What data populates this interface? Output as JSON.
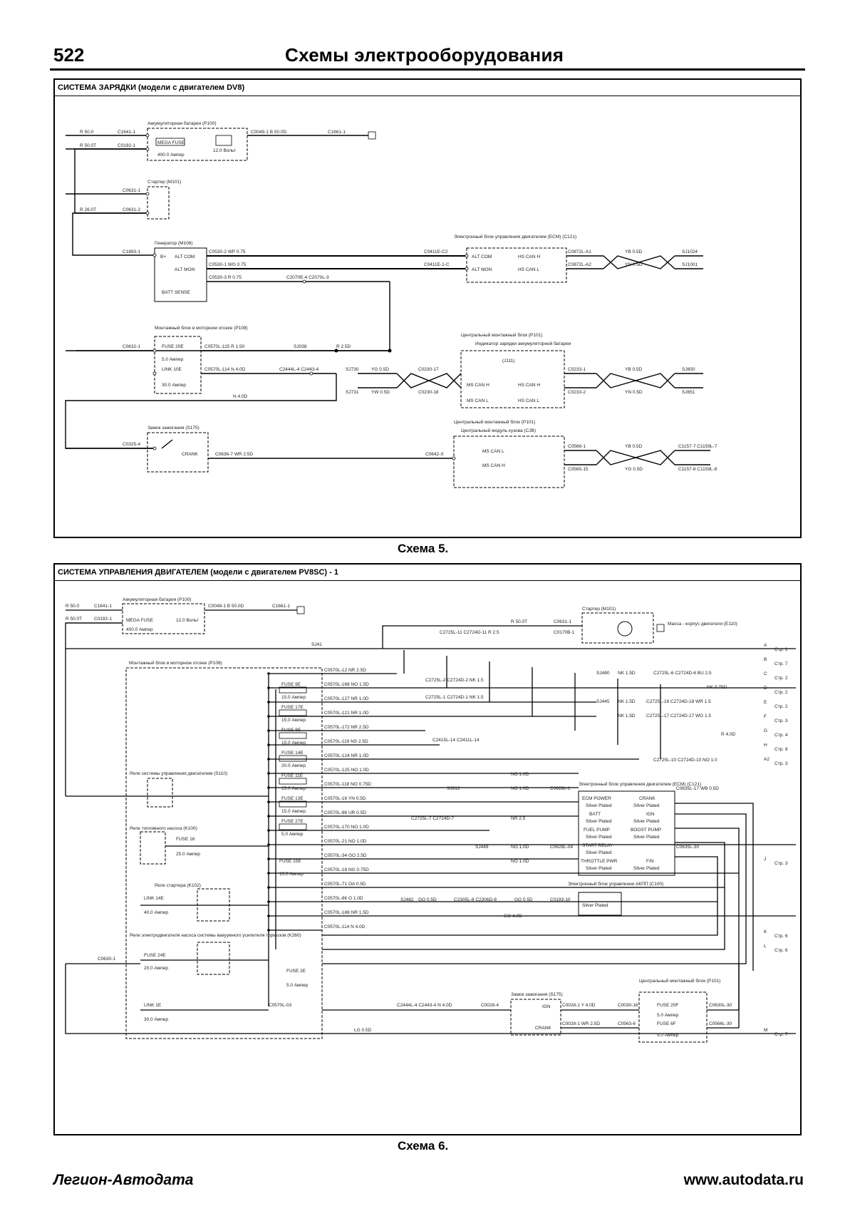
{
  "header": {
    "page_number": "522",
    "title": "Схемы электрооборудования"
  },
  "scheme5": {
    "title": "СИСТЕМА ЗАРЯДКИ (модели с двигателем DV8)",
    "caption": "Схема 5.",
    "components": {
      "battery": "Аккумуляторная батарея (P100)",
      "mega_fuse": "MEGA FUSE",
      "mega_rating": "400.0 Ампер",
      "volt": "12.0 Вольт",
      "starter": "Стартер (M101)",
      "generator": "Генератор (M106)",
      "gen_b": "B+",
      "gen_alt_com": "ALT COM",
      "gen_alt_mon": "ALT MON",
      "gen_batt_sense": "BATT SENSE",
      "ecm": "Электронный блок управления двигателем (ECM) (C121)",
      "ecm_alt_com": "ALT COM",
      "ecm_alt_mon": "ALT MON",
      "ecm_hs_can_h": "HS CAN H",
      "ecm_hs_can_l": "HS CAN L",
      "engine_box": "Монтажный блок в моторном отсеке (P108)",
      "fuse_20e": "FUSE 20E",
      "fuse_20e_rating": "5.0 Ампер",
      "link_10e": "LINK 10E",
      "link_10e_rating": "30.0 Ампер",
      "central_box_1": "Центральный монтажный блок (P101)",
      "indicator": "Индикатор зарядки аккумуляторной батареи",
      "indicator_code": "(J111)",
      "ms_can_h": "MS CAN H",
      "ms_can_l": "MS CAN L",
      "hs_can_h": "HS CAN H",
      "hs_can_l": "HS CAN L",
      "ignition": "Замок зажигания (S175)",
      "crank": "CRANK",
      "central_box_2": "Центральный монтажный блок (P101)",
      "cjb": "Центральный модуль кузова (CJB)",
      "cjb_ms_can_l": "MS CAN L",
      "cjb_ms_can_h": "MS CAN H"
    },
    "wires": {
      "r1": "R 50.0",
      "c1": "C1641-1",
      "w1": "C0049-1  B 50.0D",
      "e1": "C1661-1",
      "r2": "R 50.0T",
      "c2": "C0192-1",
      "c3": "C0631-1",
      "r3": "R 26.0T",
      "c4": "C0631-2",
      "c5": "C1893-1",
      "g1": "C0530-2   WP 0.75",
      "g2": "C0530-1   WG 0.75",
      "g3": "C0530-3   R 0.75",
      "g4": "C2070E-4  C2070L-3",
      "ec1": "C0411E-C2",
      "ec2": "C0411E-1-C",
      "ec3": "C0872L-A1",
      "ec4": "C0872L-A2",
      "ey1": "YB 0.5D",
      "ey2": "YN 0.5D",
      "ej1": "SJ1024",
      "ej2": "SJ1001",
      "f1": "C0632-1",
      "f2": "C0570L-115 R 1.50",
      "f3": "SJ038",
      "f4": "R 2.5D",
      "f5": "C0570L-114 N 4.0D",
      "f6": "C2444L-4  C2443-4",
      "f7": "N 4.0D",
      "m1": "SJ730",
      "m2": "YG 0.5D",
      "m3": "C0230-17",
      "m4": "SJ731",
      "m5": "YW 0.5D",
      "m6": "C0230-18",
      "m7": "C0233-1",
      "m8": "YB 0.5D",
      "m9": "SJ650",
      "m10": "C0233-2",
      "m11": "YN 0.5D",
      "m12": "SJ651",
      "i1": "C0325-4",
      "i2": "C0636-7  WR 2.5D",
      "i3": "C0642-X",
      "i4": "C0566-1",
      "i5": "YB 0.5D",
      "i6": "C1157-7  C1159L-7",
      "i7": "C0565-15",
      "i8": "YG 0.5D",
      "i9": "C1157-8  C1159L-8"
    }
  },
  "scheme6": {
    "title": "СИСТЕМА УПРАВЛЕНИЯ ДВИГАТЕЛЕМ (модели с двигателем PV8SC) - 1",
    "caption": "Схема 6.",
    "components": {
      "battery": "Аккумуляторная батарея (P100)",
      "mega_fuse": "MEGA FUSE",
      "mega_rating": "400.0 Ампер",
      "volt": "12.0 Вольт",
      "starter": "Стартер (M101)",
      "ground_ign": "Масса - корпус двигателя (E110)",
      "engine_box": "Монтажный блок в моторном отсеке (P108)",
      "relay_ecm": "Реле системы управления двигателем (S110)",
      "relay_fuel": "Реле топливного насоса (K100)",
      "relay_starter": "Реле стартера (K102)",
      "relay_pump": "Реле электродвигателя насоса системы вакуумного усилителя тормозов (K260)",
      "fuse_16": "FUSE 16",
      "fuse_16_r": "25.0 Ампер",
      "link_14e": "LINK 14E",
      "link_14e_r": "40.0 Ампер",
      "fuse_24e": "FUSE 24E",
      "fuse_24e_r": "20.0 Ампер",
      "fuse_2e": "FUSE 2E",
      "fuse_2e_r": "5.0 Ампер",
      "link_1e": "LINK 1E",
      "link_1e_r": "30.0 Ампер",
      "fuse_15e": "FUSE 15E",
      "fuse_15e_r": "15.0 Ампер",
      "ecm": "Электронный блок управления двигателем (ECM) (C121)",
      "ecm_power": "ECM POWER",
      "ecm_power_s": "Silver Plated",
      "ecm_batt": "BATT",
      "ecm_batt_s": "Silver Plated",
      "ecm_fuel": "FUEL PUMP",
      "ecm_fuel_s": "Silver Plated",
      "ecm_start": "START RELAY",
      "ecm_start_s": "Silver Plated",
      "ecm_throttle": "THROTTLE PWR",
      "ecm_throttle_s": "Silver Plated",
      "ecm_crank": "CRANK",
      "ecm_crank_s": "Silver Plated",
      "ecm_ign": "IGN",
      "ecm_ign_s": "Silver Plated",
      "ecm_boost": "BOOST PUMP",
      "ecm_boost_s": "Silver Plated",
      "ecm_fp": "F/N",
      "ecm_fp_s": "Silver Plated",
      "tcm": "Электронный блок управления АКПП (C100)",
      "tcm_s": "Silver Plated",
      "ignition": "Замок зажигания (S175)",
      "ign_crank": "CRANK",
      "ign_ign": "IGN",
      "central_box": "Центральный монтажный блок (P101)",
      "fuse_20f": "FUSE 20F",
      "fuse_20f_r": "5.0 Ампер",
      "fuse_6f": "FUSE 6F",
      "fuse_6f_r": "5.0 Ампер"
    },
    "fuses": [
      {
        "name": "FUSE 9E",
        "rating": "15.0 Ампер"
      },
      {
        "name": "FUSE 17E",
        "rating": "15.0 Ампер"
      },
      {
        "name": "FUSE 8E",
        "rating": "15.0 Ампер"
      },
      {
        "name": "FUSE 14E",
        "rating": "20.0 Ампер"
      },
      {
        "name": "FUSE 11E",
        "rating": "15.0 Ампер"
      },
      {
        "name": "FUSE 13E",
        "rating": "15.0 Ампер"
      },
      {
        "name": "FUSE 27E",
        "rating": "5.0 Ампер"
      }
    ],
    "wire_rows": [
      "C0570L-12   NR 2.5D",
      "C0570L-168 NO 1.5D",
      "C0570L-127 NR 1.0D",
      "C0570L-121 NR 1.0D",
      "C0570L-172 NR 2.5D",
      "C0570L-119 NS 2.5D",
      "C0570L-124 NR 1.0D",
      "C0570L-125 NO 1.0D",
      "C0570L-118 NO 0.75D",
      "C0570L-16   YN 0.5D",
      "C0570L-86   UR 0.5D",
      "C0570L-170 NO 1.0D",
      "C0570L-21   NO 1.0D",
      "C0570L-34 GO 2.5D",
      "C0570L-18  NG 0.75D",
      "C0570L-71  OA 0.5D",
      "C0570L-86  O 1.0D",
      "C0570L-188 NR 1.5D",
      "C0570L-114 N 4.0D"
    ],
    "refs": [
      {
        "letter": "A",
        "page": "Стр. 1"
      },
      {
        "letter": "B",
        "page": "Стр. 7"
      },
      {
        "letter": "C",
        "page": "Стр. 2"
      },
      {
        "letter": "D",
        "page": "Стр. 2"
      },
      {
        "letter": "E",
        "page": "Стр. 2"
      },
      {
        "letter": "F",
        "page": "Стр. 3"
      },
      {
        "letter": "G",
        "page": "Стр. 4"
      },
      {
        "letter": "H",
        "page": "Стр. 8"
      },
      {
        "letter": "A2",
        "page": "Стр. 3"
      },
      {
        "letter": "J",
        "page": "Стр. 3"
      },
      {
        "letter": "K",
        "page": "Стр. 6"
      },
      {
        "letter": "L",
        "page": "Стр. 6"
      },
      {
        "letter": "M",
        "page": "Стр. 7"
      }
    ],
    "wires": {
      "r1": "R 50.0",
      "c1": "C1641-1",
      "w1": "C0049-1  B 50.0D",
      "e1": "C1661-1",
      "r2": "R 50.0T",
      "c2": "C0192-1",
      "s1": "R 50.0T",
      "s2": "C0631-1",
      "s3": "C2725L-11  C2724D-11  R 2.5",
      "s4": "C0170B-1",
      "s5": "SJ41",
      "b1": "SJ480",
      "b2": "NK 1.5D",
      "b3": "C2725L-6  C2724D-6  BU 2.5",
      "b4": "NK 0.75D",
      "b5": "SJ445",
      "b6": "NK 1.5D",
      "b7": "C2725L-18  C2724D-18  WR 1.5",
      "b8": "NK 1.5D",
      "b9": "C2725L-17  C2724D-17  WG 1.5",
      "b10": "C2725L-2  C2724D-2  NK 1.5",
      "b11": "C2725L-1  C2724D-1  NK 1.5",
      "b12": "C2415L-14  C2411L-14",
      "b13": "R 4.0D",
      "b14": "C2725L-10  C2724D-10  NO 1.0",
      "b15": "NO 1.0D",
      "b16": "SJ612",
      "b17": "NO 1.0D",
      "b18": "C0628L-1",
      "b19": "C0635L-17  WB 0.5D",
      "b20": "C2725L-7  C2724D-7",
      "b21": "NR 2.5",
      "b22": "SJ449",
      "b23": "NO 1.0D",
      "b24": "C0628L-04",
      "b25": "C0635L-30",
      "b26": "NO 1.0D",
      "b27": "SJ482",
      "b28": "GO 0.5D",
      "b29": "C2305L-8  C2306D-8",
      "b30": "GO 0.5D",
      "b31": "C0193-10",
      "b32": "GO 4.0D",
      "b33": "C0570L-03",
      "b34": "C2444L-4  C2443-4 N 4.0D",
      "b35": "C0028-4",
      "b36": "C0028-1  Y 4.0D",
      "b37": "C0030-16",
      "b38": "C0630L-30",
      "b39": "C0028-1  WR 2.5D",
      "b40": "C0563-6",
      "b41": "C0566L-30",
      "b42": "LG 0.5D",
      "b43": "C0630-1"
    }
  },
  "footer": {
    "left": "Легион-Автодата",
    "right": "www.autodata.ru"
  }
}
